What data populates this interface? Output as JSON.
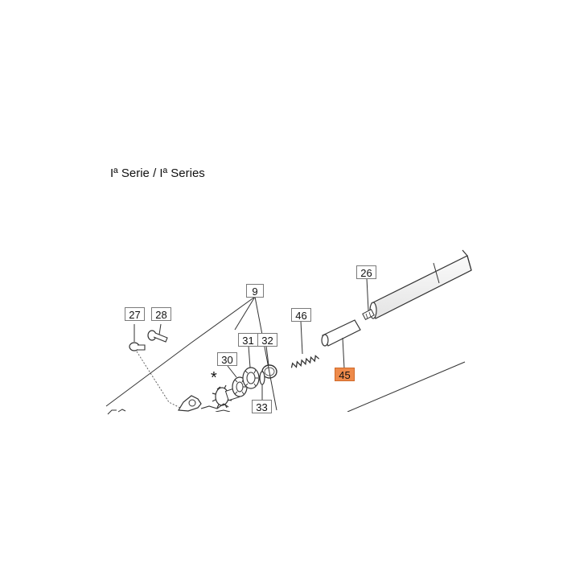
{
  "title": "Iª Serie / Iª Series",
  "accent_color": "#ee8a4a",
  "callouts": {
    "c9": "9",
    "c26": "26",
    "c27": "27",
    "c28": "28",
    "c30": "30",
    "c31": "31",
    "c32": "32",
    "c33": "33",
    "c45": "45",
    "c46": "46"
  },
  "marker": "*"
}
